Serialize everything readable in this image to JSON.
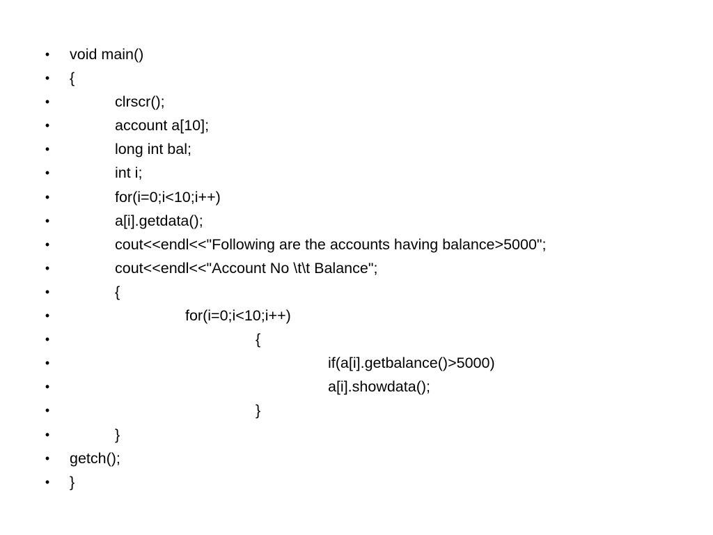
{
  "bullet_glyph": "•",
  "code_lines": [
    {
      "text": "void main()",
      "indent": 0
    },
    {
      "text": "{",
      "indent": 0
    },
    {
      "text": "clrscr();",
      "indent": 1
    },
    {
      "text": "account a[10];",
      "indent": 1
    },
    {
      "text": "long int bal;",
      "indent": 1
    },
    {
      "text": "int i;",
      "indent": 1
    },
    {
      "text": "for(i=0;i<10;i++)",
      "indent": 1
    },
    {
      "text": "a[i].getdata();",
      "indent": 1
    },
    {
      "text": "cout<<endl<<\"Following are the accounts having balance>5000\";",
      "indent": 1
    },
    {
      "text": "cout<<endl<<\"Account No \\t\\t Balance\";",
      "indent": 1
    },
    {
      "text": "{",
      "indent": 1
    },
    {
      "text": "for(i=0;i<10;i++)",
      "indent": 2
    },
    {
      "text": "{",
      "indent": 3
    },
    {
      "text": "if(a[i].getbalance()>5000)",
      "indent": 4
    },
    {
      "text": "a[i].showdata();",
      "indent": 4
    },
    {
      "text": "}",
      "indent": 3
    },
    {
      "text": "}",
      "indent": 1
    },
    {
      "text": "getch();",
      "indent": 0
    },
    {
      "text": "}",
      "indent": 0
    }
  ]
}
